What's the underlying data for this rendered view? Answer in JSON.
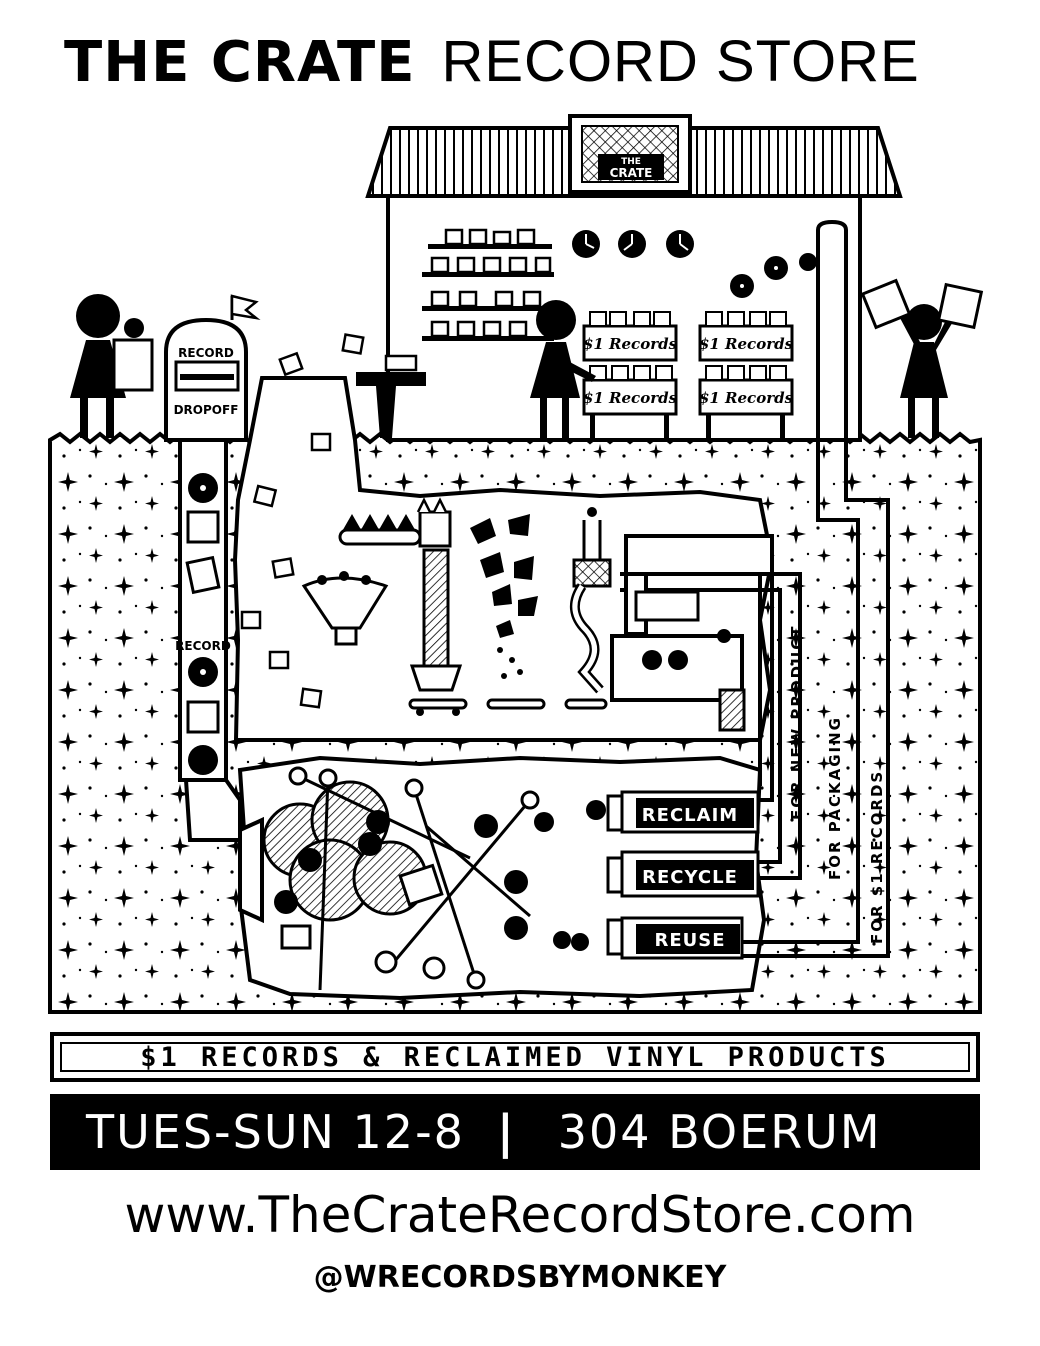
{
  "title": {
    "bold": "THE CRATE",
    "light": "RECORD STORE"
  },
  "sign": {
    "line1": "THE",
    "line2": "CRATE"
  },
  "dropoff_box": {
    "top": "RECORD",
    "bottom": "DROPOFF"
  },
  "bins": {
    "label": "$1 Records"
  },
  "tube_label": "RECORD",
  "processes": {
    "reclaim": "RECLAIM",
    "recycle": "RECYCLE",
    "reuse": "REUSE"
  },
  "pipes": {
    "new_product": "FOR NEW PRODUCT",
    "packaging": "FOR PACKAGING",
    "one_dollar": "FOR $1 RECORDS"
  },
  "banner": "$1 RECORDS & RECLAIMED VINYL PRODUCTS",
  "info": {
    "hours": "TUES-SUN 12-8",
    "separator": "|",
    "address": "304 BOERUM"
  },
  "url": "www.TheCrateRecordStore.com",
  "handle": "@WRECORDSBYMONKEY"
}
